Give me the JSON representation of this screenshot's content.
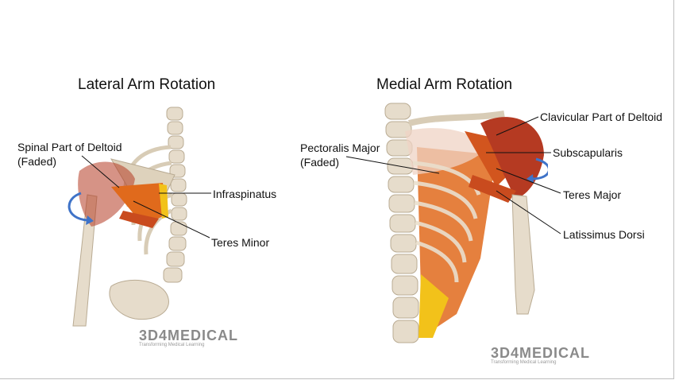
{
  "left": {
    "title": "Lateral Arm Rotation",
    "labels": {
      "spinal_deltoid_line1": "Spinal Part of Deltoid",
      "spinal_deltoid_line2": "(Faded)",
      "infraspinatus": "Infraspinatus",
      "teres_minor": "Teres Minor"
    },
    "brand_logo": "3D4MEDICAL",
    "brand_tagline": "Transforming Medical Learning"
  },
  "right": {
    "title": "Medial Arm Rotation",
    "labels": {
      "pectoralis_line1": "Pectoralis Major",
      "pectoralis_line2": "(Faded)",
      "clavicular_deltoid": "Clavicular Part of Deltoid",
      "subscapularis": "Subscapularis",
      "teres_major": "Teres Major",
      "latissimus": "Latissimus Dorsi"
    },
    "brand_logo": "3D4MEDICAL",
    "brand_tagline": "Transforming Medical Learning"
  },
  "colors": {
    "bone": "#e6dccb",
    "bone_shade": "#c9bca5",
    "muscle_red": "#b53a22",
    "muscle_orange": "#e06a1c",
    "muscle_yellow": "#f2c21a",
    "arrow_blue": "#3f73c8"
  }
}
